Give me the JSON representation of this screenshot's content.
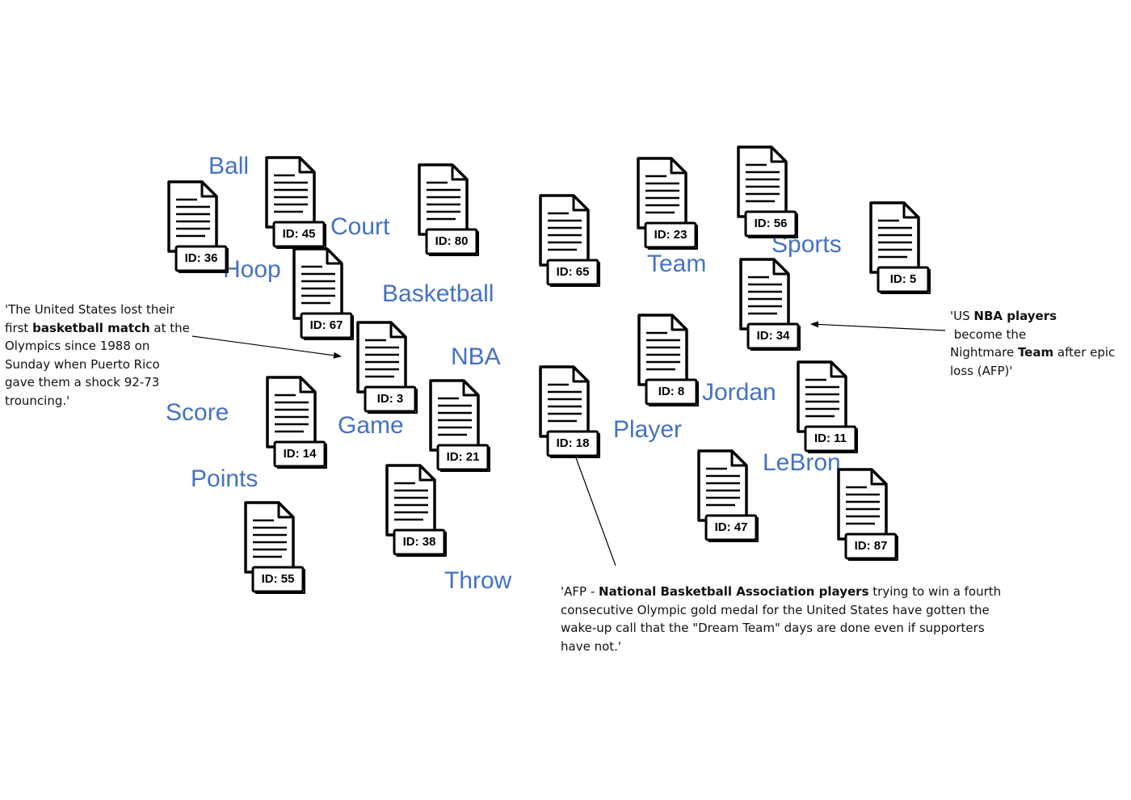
{
  "keywords": {
    "ball": "Ball",
    "court": "Court",
    "hoop": "Hoop",
    "basketball": "Basketball",
    "nba": "NBA",
    "score": "Score",
    "game": "Game",
    "points": "Points",
    "throw": "Throw",
    "team": "Team",
    "sports": "Sports",
    "jordan": "Jordan",
    "player": "Player",
    "lebron": "LeBron"
  },
  "documents": {
    "d36": "ID: 36",
    "d45": "ID: 45",
    "d80": "ID: 80",
    "d65": "ID: 65",
    "d23": "ID: 23",
    "d56": "ID: 56",
    "d5": "ID: 5",
    "d67": "ID: 67",
    "d34": "ID: 34",
    "d3": "ID: 3",
    "d8": "ID: 8",
    "d14": "ID: 14",
    "d21": "ID: 21",
    "d18": "ID: 18",
    "d11": "ID: 11",
    "d47": "ID: 47",
    "d87": "ID: 87",
    "d38": "ID: 38",
    "d55": "ID: 55"
  },
  "annotations": {
    "left": {
      "t1": "'The United States lost their",
      "t2": "first ",
      "b1": "basketball match",
      "t3": " at the",
      "t4": "Olympics since 1988 on",
      "t5": "Sunday when Puerto Rico",
      "t6": "gave them a shock 92-73",
      "t7": "trouncing.'"
    },
    "right": {
      "t1": "'US ",
      "b1": "NBA players",
      "t2": " become the",
      "t3": "Nightmare ",
      "b2": "Team",
      "t4": " after epic",
      "t5": "loss (AFP)'"
    },
    "bottom": {
      "t1": "'AFP - ",
      "b1": "National Basketball Association players",
      "t2": " trying to win a fourth",
      "t3": "consecutive Olympic gold medal for the United States have gotten the",
      "t4": "wake-up call that the \"Dream Team\" days are done even if supporters",
      "t5": "have not.'"
    }
  }
}
